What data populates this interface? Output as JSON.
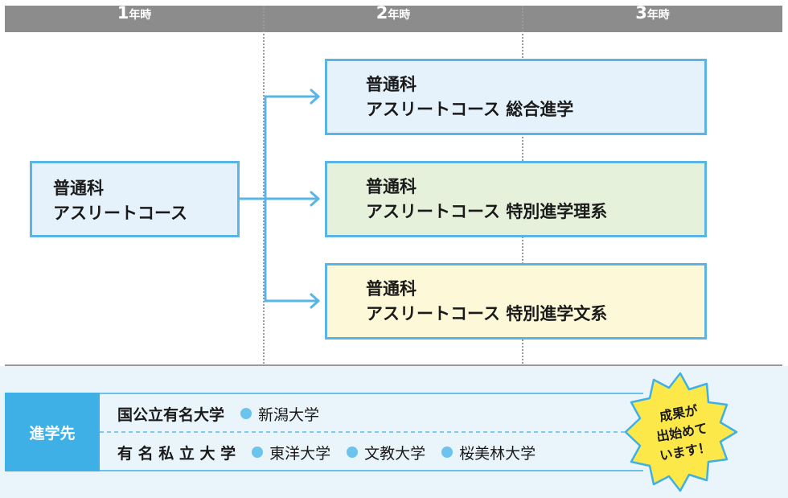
{
  "years": [
    {
      "num": "1",
      "unit": "年時"
    },
    {
      "num": "2",
      "unit": "年時"
    },
    {
      "num": "3",
      "unit": "年時"
    }
  ],
  "start": {
    "line1": "普通科",
    "line2": "アスリートコース"
  },
  "tracks": [
    {
      "line1": "普通科",
      "line2": "アスリートコース 総合進学",
      "fill": "#e6f2fb"
    },
    {
      "line1": "普通科",
      "line2": "アスリートコース 特別進学理系",
      "fill": "#e6f1dc"
    },
    {
      "line1": "普通科",
      "line2": "アスリートコース 特別進学文系",
      "fill": "#fdf8d8"
    }
  ],
  "destinations": {
    "label": "進学先",
    "rows": [
      {
        "category": "国公立有名大学",
        "universities": [
          "新潟大学"
        ]
      },
      {
        "category": "有 名 私 立 大 学",
        "universities": [
          "東洋大学",
          "文教大学",
          "桜美林大学"
        ]
      }
    ]
  },
  "badge": {
    "line1": "成果が",
    "line2": "出始めて",
    "line3": "います！"
  },
  "colors": {
    "accent": "#5ab4e5",
    "header": "#8c8c8c",
    "badge": "#fde84a",
    "tag": "#3fb0e6"
  }
}
